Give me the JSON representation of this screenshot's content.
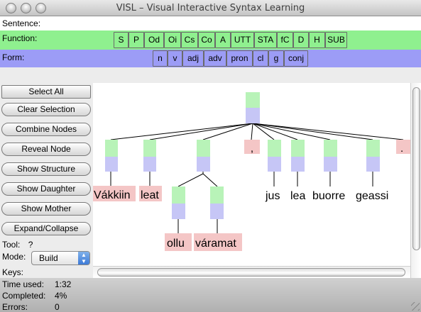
{
  "window": {
    "title": "VISL – Visual Interactive Syntax Learning"
  },
  "sentence": {
    "label": "Sentence:"
  },
  "function_row": {
    "label": "Function:",
    "tags": [
      "S",
      "P",
      "Od",
      "Oi",
      "Cs",
      "Co",
      "A",
      "UTT",
      "STA",
      "fC",
      "D",
      "H",
      "SUB"
    ]
  },
  "form_row": {
    "label": "Form:",
    "tags": [
      "n",
      "v",
      "adj",
      "adv",
      "pron",
      "cl",
      "g",
      "conj"
    ]
  },
  "buttons": {
    "select_all": "Select All",
    "clear_selection": "Clear Selection",
    "combine_nodes": "Combine Nodes",
    "reveal_node": "Reveal Node",
    "show_structure": "Show Structure",
    "show_daughter": "Show Daughter",
    "show_mother": "Show Mother",
    "expand_collapse": "Expand/Collapse"
  },
  "tool": {
    "label": "Tool:",
    "value": "?"
  },
  "mode": {
    "label": "Mode:",
    "value": "Build"
  },
  "keys": {
    "label": "Keys:"
  },
  "tree": {
    "words": [
      "Vákkiin",
      "leat",
      "ollu",
      "váramat",
      "jus",
      "lea",
      "buorre",
      "geassi"
    ],
    "punct": [
      ",",
      "."
    ]
  },
  "status": {
    "time_used_label": "Time used:",
    "time_used": "1:32",
    "completed_label": "Completed:",
    "completed": "4%",
    "errors_label": "Errors:",
    "errors": "0"
  },
  "colors": {
    "function": "#8ff08f",
    "form": "#9c9cf6",
    "node_top": "#b8f3b8",
    "node_bottom": "#c6c6f6",
    "word_pink": "#f4c6c6"
  }
}
